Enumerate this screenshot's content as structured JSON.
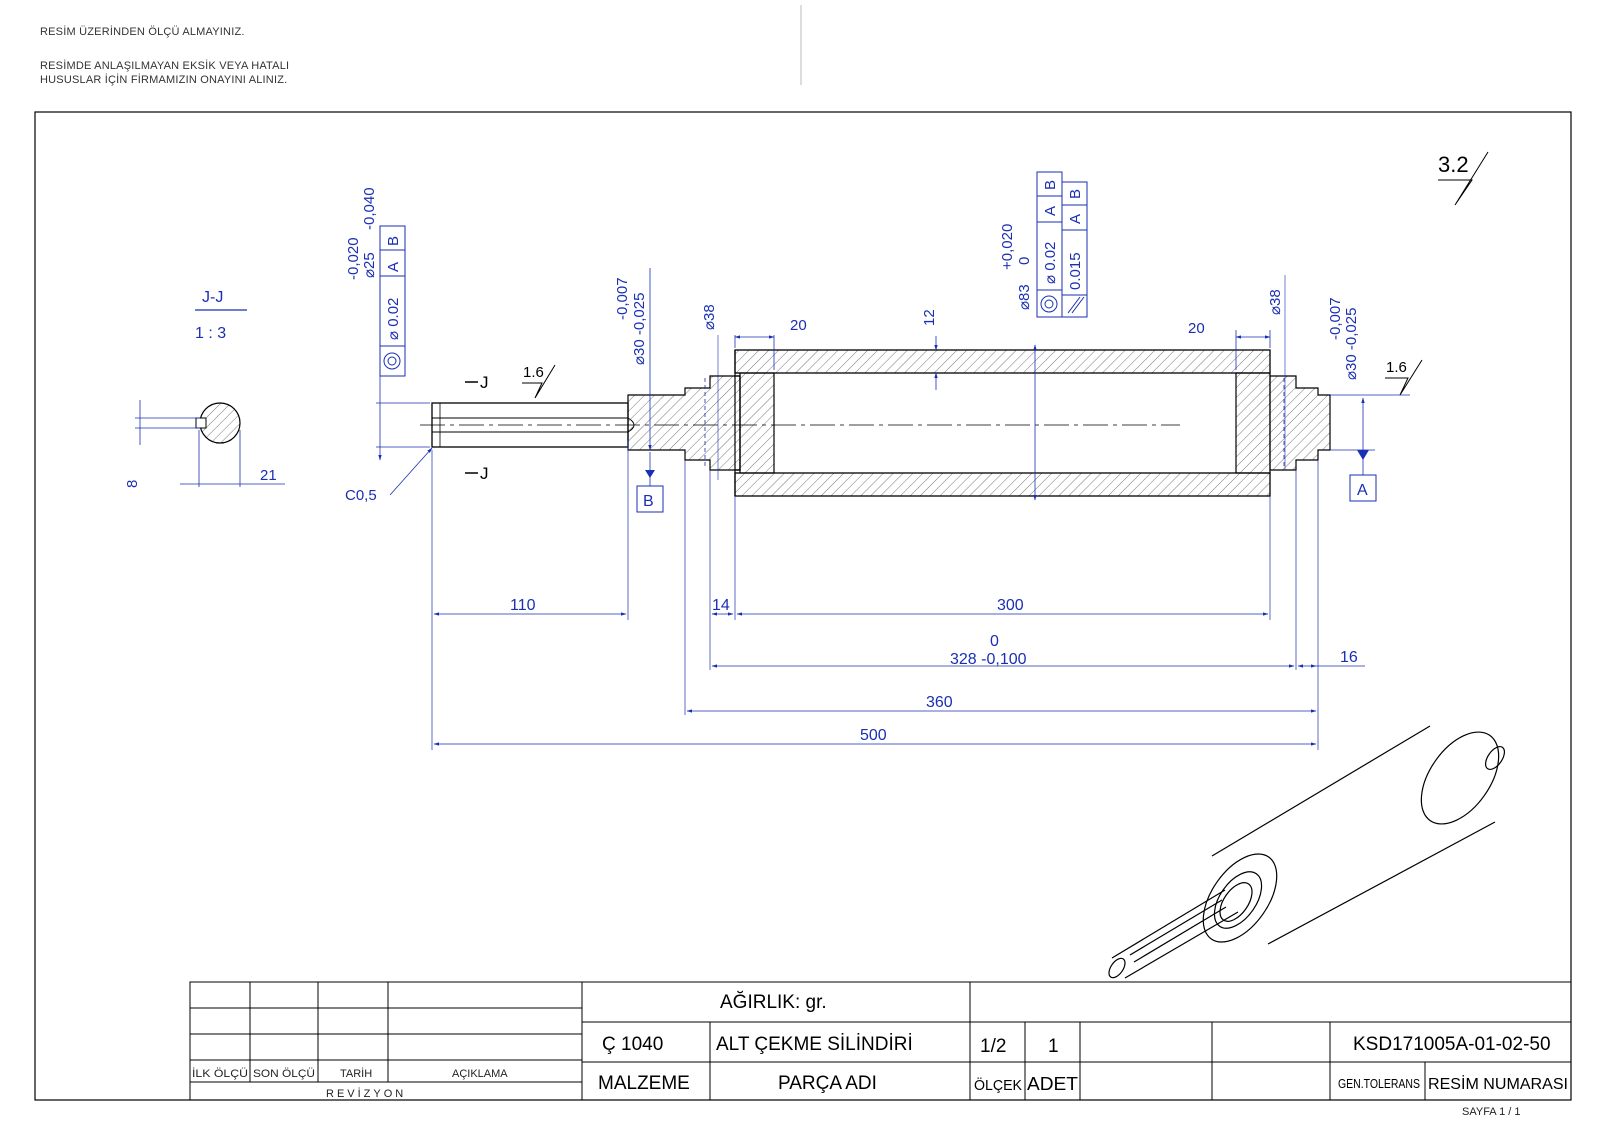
{
  "notes": {
    "line1": "RESİM ÜZERİNDEN ÖLÇÜ ALMAYINIZ.",
    "line2": "RESİMDE ANLAŞILMAYAN EKSİK VEYA HATALI",
    "line3": "HUSUSLAR İÇİN FİRMAMIZIN ONAYINI ALINIZ."
  },
  "roughness": {
    "main": "3.2",
    "local": "1.6"
  },
  "section_view": {
    "label": "J-J",
    "scale": "1 : 3",
    "dim_width": "21",
    "dim_height": "8",
    "marker": "J"
  },
  "dimensions": {
    "d_110": "110",
    "d_14": "14",
    "d_300": "300",
    "d_328_upper": "0",
    "d_328": "328 -0,100",
    "d_16": "16",
    "d_360": "360",
    "d_500": "500",
    "d_20_left": "20",
    "d_20_right": "20",
    "d_12": "12",
    "dia38_left": "⌀38",
    "dia38_right": "⌀38",
    "chamfer": "C0,5",
    "left_dia": "⌀25",
    "left_tol_upper": "-0,020",
    "left_tol_lower": "-0,040",
    "dia30_left": "⌀30 -0,025",
    "dia30_left_upper": "-0,007",
    "dia30_right": "⌀30 -0,025",
    "dia30_right_upper": "-0,007",
    "dia83": "⌀83",
    "dia83_upper": "+0,020",
    "dia83_lower": "0"
  },
  "tolerance_frames": {
    "left": {
      "value": "⌀ 0.02",
      "datum1": "A",
      "datum2": "B"
    },
    "center_1": {
      "value": "⌀ 0.02",
      "datum1": "A",
      "datum2": "B"
    },
    "center_2": {
      "value": "0.015",
      "datum1": "A",
      "datum2": "B"
    }
  },
  "datums": {
    "a": "A",
    "b": "B"
  },
  "title_block": {
    "weight": "AĞIRLIK:  gr.",
    "material": "Ç 1040",
    "part_name": "ALT ÇEKME SİLİNDİRİ",
    "scale": "1/2",
    "quantity": "1",
    "drawing_number": "KSD171005A-01-02-50",
    "label_material": "MALZEME",
    "label_part_name": "PARÇA ADI",
    "label_scale": "ÖLÇEK",
    "label_quantity": "ADET",
    "label_gen_tol": "GEN.TOLERANS",
    "label_drawing_number": "RESİM  NUMARASI",
    "rev_first": "İLK ÖLÇÜ",
    "rev_last": "SON ÖLÇÜ",
    "rev_date": "TARİH",
    "rev_desc": "AÇIKLAMA",
    "revision_label": "REVİZYON",
    "sheet": "SAYFA 1 / 1"
  },
  "colors": {
    "dimension": "#1a2fb4",
    "outline": "#000000",
    "hatch": "#555555"
  }
}
